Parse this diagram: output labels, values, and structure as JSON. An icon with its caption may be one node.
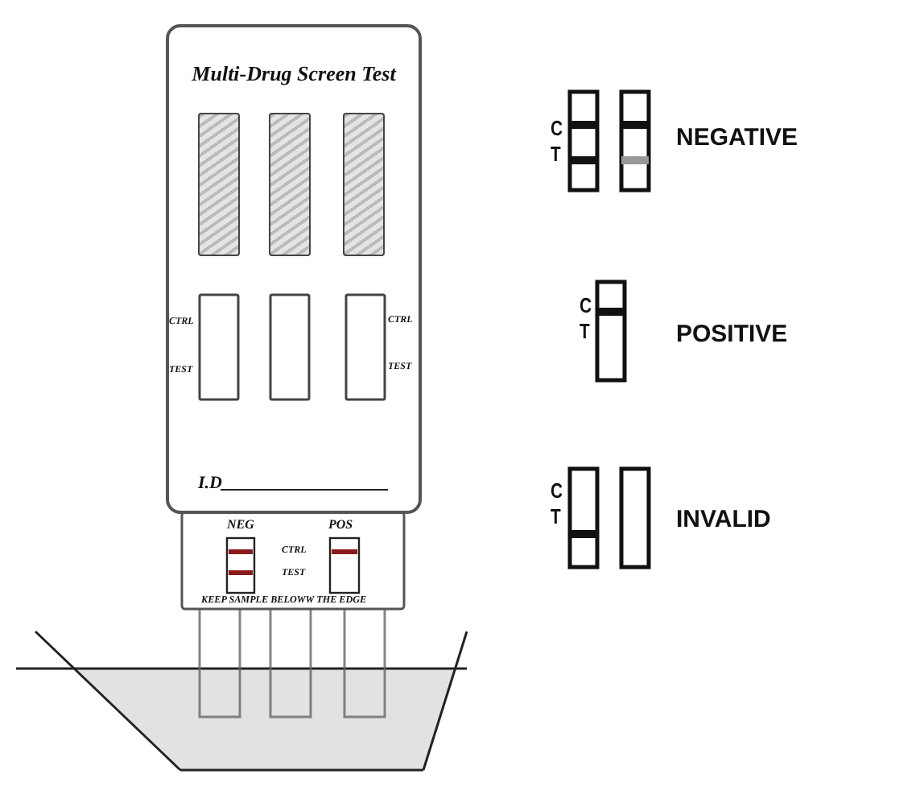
{
  "diagram": {
    "nodes": [
      {
        "text": [
          "Multi-Drug Screen Test"
        ]
      },
      {
        "text": [],
        "shape": "box",
        "in": 0
      },
      {
        "text": [],
        "shape": "box",
        "in": 0
      },
      {
        "text": [],
        "shape": "box",
        "in": 0
      }
    ],
    "labels": [
      "CTRL",
      "CTRL",
      "TEST",
      "TEST",
      "I.D",
      "NEG",
      "POS",
      "CTRL",
      "TEST",
      "KEEP SAMPLE BELOWW THE EDGE",
      "C",
      "T",
      "NEGATIVE",
      "C",
      "T",
      "POSITIVE",
      "C",
      "T",
      "INVALID"
    ]
  }
}
